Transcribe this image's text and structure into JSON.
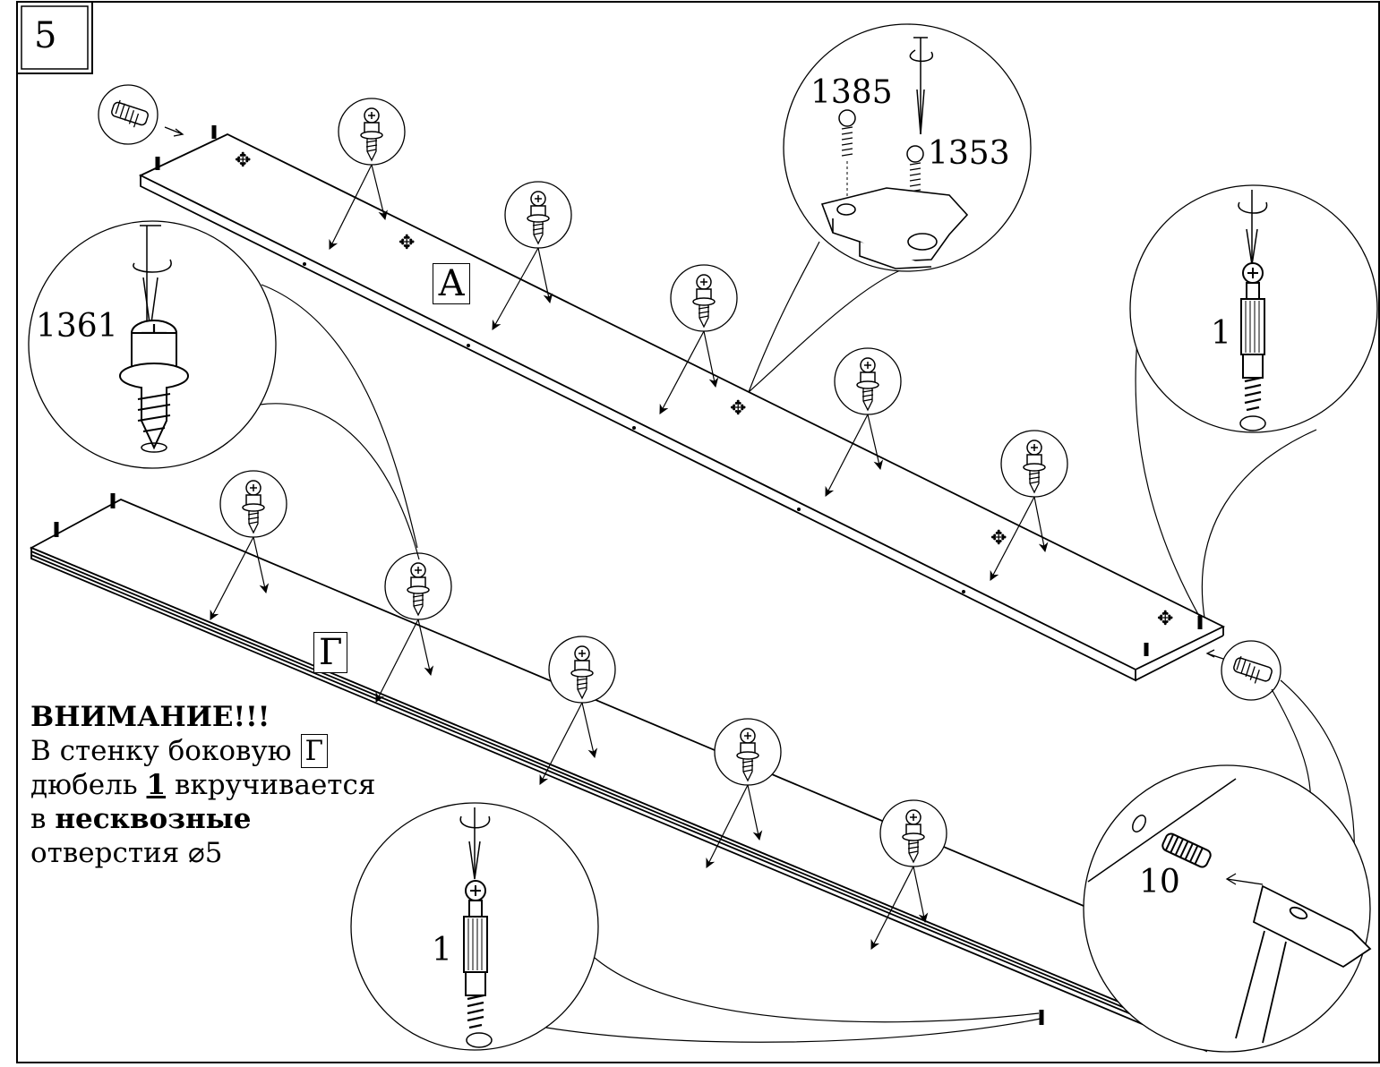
{
  "step_number": "5",
  "part_labels": {
    "shelf_a": "А",
    "side_g": "Г"
  },
  "callouts": {
    "screw_1385": "1385",
    "screw_1353": "1353",
    "screw_1361": "1361",
    "dowel_top": "1",
    "dowel_bottom": "1",
    "bolt_10": "10"
  },
  "warning": {
    "heading": "ВНИМАНИЕ!!!",
    "line1_text": "В стенку боковую",
    "line1_box": "Г",
    "line2_pre": "дюбель",
    "line2_num": "1",
    "line2_post": "вкручивается",
    "line3_pre": "в",
    "line3_bold": "несквозные",
    "line4": "отверстия ⌀5"
  }
}
